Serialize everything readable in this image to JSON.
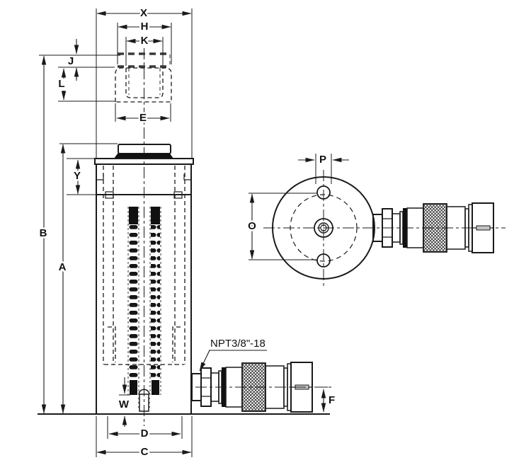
{
  "drawing": {
    "type": "engineering-dimension-drawing",
    "subject": "single-acting spring-return hydraulic cylinder with quick-disconnect coupler, front section view and top view",
    "background_color": "#ffffff",
    "line_color": "#1a1a1a",
    "port_note": "NPT3/8\"-18",
    "labels": {
      "x": "X",
      "h": "H",
      "k": "K",
      "j": "J",
      "l": "L",
      "e": "E",
      "y": "Y",
      "b": "B",
      "a": "A",
      "w": "W",
      "d": "D",
      "c": "C",
      "p": "P",
      "o": "O",
      "f": "F"
    }
  }
}
